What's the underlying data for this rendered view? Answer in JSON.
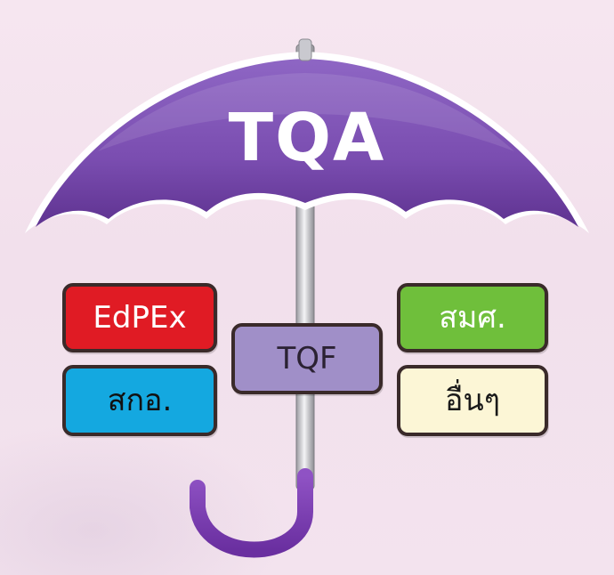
{
  "umbrella": {
    "title": "TQA",
    "canopy_color": "#7b4fb0",
    "handle_color": "#7a3fb0"
  },
  "boxes": {
    "edpex": {
      "label": "EdPEx",
      "color": "#e01b24"
    },
    "sko": {
      "label": "สกอ.",
      "color": "#14a8e0"
    },
    "tqf": {
      "label": "TQF",
      "color": "#a08fc8"
    },
    "smsh": {
      "label": "สมศ.",
      "color": "#6fbf3b"
    },
    "other": {
      "label": "อื่นๆ",
      "color": "#fcf6d6"
    }
  }
}
